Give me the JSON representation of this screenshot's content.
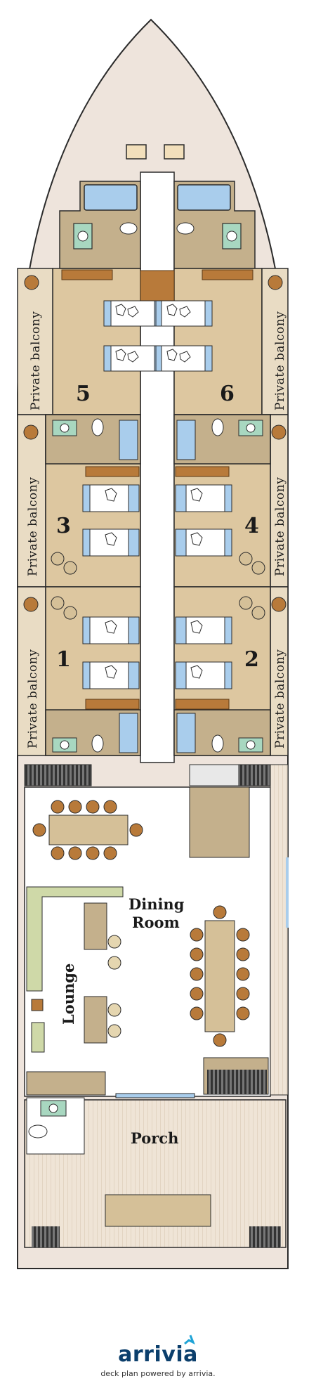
{
  "cabins": [
    {
      "number": "1"
    },
    {
      "number": "2"
    },
    {
      "number": "3"
    },
    {
      "number": "4"
    },
    {
      "number": "5"
    },
    {
      "number": "6"
    }
  ],
  "balcony_label": "Private balcony",
  "areas": {
    "dining": [
      "Dining",
      "Room"
    ],
    "lounge": "Lounge",
    "porch": "Porch"
  },
  "brand": {
    "logo": "arrivia",
    "tagline": "deck plan powered by arrivia.",
    "color": "#0c3f6c",
    "accent": "#1ea3d6"
  },
  "colors": {
    "hull": "#eee4dc",
    "outline": "#2b2b2b",
    "cabin": "#ddc7a0",
    "bath": "#c4b08c",
    "balcony": "#e9dcc4",
    "furniture": "#d5c098",
    "wood": "#b87a3a",
    "blue": "#a9cdec",
    "green": "#a8d7c0"
  }
}
